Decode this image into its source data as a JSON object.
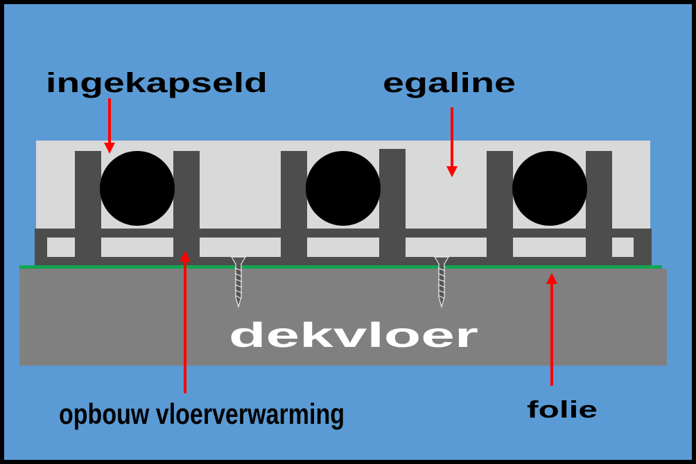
{
  "labels": {
    "encapsulated": "ingekapseld",
    "screed_top": "egaline",
    "floor": "dekvloer",
    "heating_system": "opbouw vloerverwarming",
    "foil": "folie"
  },
  "colors": {
    "background": "#5b9bd5",
    "border": "#000000",
    "egaline": "#d9d9d9",
    "rail": "#4d4d4d",
    "pipe": "#000000",
    "foil": "#12a552",
    "floor": "#808080",
    "arrow": "#ff0000"
  }
}
